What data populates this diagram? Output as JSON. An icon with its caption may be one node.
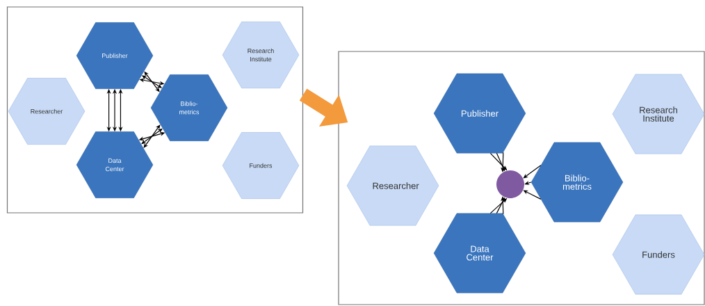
{
  "diagram": {
    "nodes": [
      {
        "text": [],
        "shape": "box"
      },
      {
        "text": [
          "Publisher"
        ],
        "in": 0
      },
      {
        "text": [
          "Research Institute"
        ],
        "in": 0
      },
      {
        "text": [
          "Researcher"
        ],
        "in": 0
      },
      {
        "text": [
          "Biblio- metrics"
        ],
        "in": 0
      },
      {
        "text": [
          "Data Center"
        ],
        "in": 0
      },
      {
        "text": [
          "Funders"
        ],
        "in": 0
      },
      {
        "text": [],
        "shape": "box"
      },
      {
        "text": [
          "Publisher"
        ],
        "in": 7
      },
      {
        "text": [
          "Research Institute"
        ],
        "in": 7
      },
      {
        "text": [
          "Researcher"
        ],
        "in": 7
      },
      {
        "text": [
          "Biblio- metrics"
        ],
        "in": 7
      },
      {
        "text": [
          "Data Center"
        ],
        "in": 7
      },
      {
        "text": [
          "Funders"
        ],
        "in": 7
      },
      {
        "text": [],
        "shape": "circle",
        "in": 7
      }
    ],
    "edges": [
      {
        "from": 0,
        "to": 7,
        "arrow": "to",
        "style": "thick",
        "color": "#f39a3d"
      },
      {
        "from": 1,
        "to": 5,
        "arrow": "both"
      },
      {
        "from": 1,
        "to": 5,
        "arrow": "both"
      },
      {
        "from": 1,
        "to": 5,
        "arrow": "both"
      },
      {
        "from": 1,
        "to": 4,
        "arrow": "both"
      },
      {
        "from": 1,
        "to": 4,
        "arrow": "both"
      },
      {
        "from": 1,
        "to": 4,
        "arrow": "both"
      },
      {
        "from": 5,
        "to": 4,
        "arrow": "both"
      },
      {
        "from": 5,
        "to": 4,
        "arrow": "both"
      },
      {
        "from": 5,
        "to": 4,
        "arrow": "both"
      },
      {
        "from": 8,
        "to": 14,
        "arrow": "to"
      },
      {
        "from": 8,
        "to": 14,
        "arrow": "to"
      },
      {
        "from": 8,
        "to": 14,
        "arrow": "to"
      },
      {
        "from": 11,
        "to": 14,
        "arrow": "to"
      },
      {
        "from": 11,
        "to": 14,
        "arrow": "to"
      },
      {
        "from": 11,
        "to": 14,
        "arrow": "to"
      },
      {
        "from": 12,
        "to": 14,
        "arrow": "to"
      },
      {
        "from": 12,
        "to": 14,
        "arrow": "to"
      },
      {
        "from": 12,
        "to": 14,
        "arrow": "to"
      }
    ]
  }
}
